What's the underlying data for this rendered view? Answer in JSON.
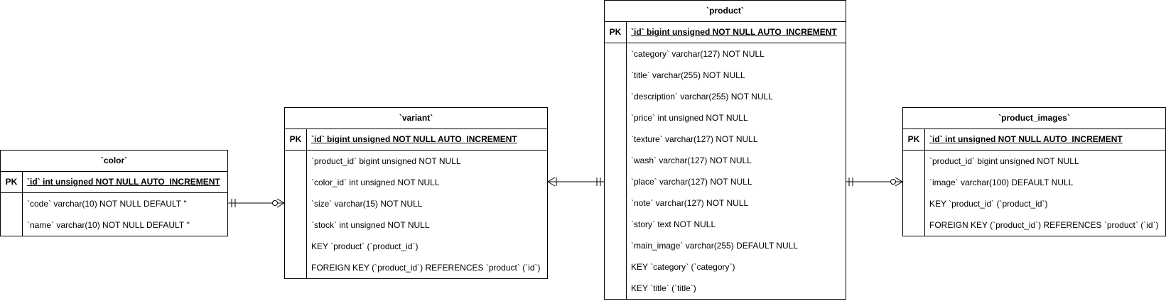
{
  "tables": {
    "color": {
      "name": "`color`",
      "pk_label": "PK",
      "pk": "`id` int unsigned NOT NULL AUTO_INCREMENT",
      "fields": [
        "`code` varchar(10) NOT NULL DEFAULT ''",
        "`name` varchar(10) NOT NULL DEFAULT ''"
      ]
    },
    "variant": {
      "name": "`variant`",
      "pk_label": "PK",
      "pk": "`id` bigint unsigned NOT NULL AUTO_INCREMENT",
      "fields": [
        "`product_id` bigint unsigned NOT NULL",
        "`color_id` int unsigned NOT NULL",
        "`size` varchar(15) NOT NULL",
        "`stock` int unsigned NOT NULL",
        "KEY `product` (`product_id`)",
        "FOREIGN KEY (`product_id`) REFERENCES `product` (`id`)"
      ]
    },
    "product": {
      "name": "`product`",
      "pk_label": "PK",
      "pk": "`id` bigint unsigned NOT NULL AUTO_INCREMENT",
      "fields": [
        "`category` varchar(127) NOT NULL",
        "`title` varchar(255) NOT NULL",
        "`description` varchar(255) NOT NULL",
        "`price` int unsigned NOT NULL",
        "`texture` varchar(127) NOT NULL",
        "`wash` varchar(127) NOT NULL",
        "`place` varchar(127) NOT NULL",
        "`note` varchar(127) NOT NULL",
        "`story` text NOT NULL",
        "`main_image` varchar(255) DEFAULT NULL",
        "KEY `category` (`category`)",
        "KEY `title` (`title`)"
      ]
    },
    "product_images": {
      "name": "`product_images`",
      "pk_label": "PK",
      "pk": "`id` int unsigned NOT NULL AUTO_INCREMENT",
      "fields": [
        "`product_id` bigint unsigned NOT NULL",
        "`image` varchar(100) DEFAULT NULL",
        "KEY `product_id` (`product_id`)",
        "FOREIGN KEY (`product_id`) REFERENCES `product` (`id`)"
      ]
    }
  },
  "relationships": [
    {
      "from": "color",
      "to": "variant",
      "from_cardinality": "one-and-only-one",
      "to_cardinality": "zero-or-many"
    },
    {
      "from": "variant",
      "to": "product",
      "from_cardinality": "one-or-many",
      "to_cardinality": "one-and-only-one"
    },
    {
      "from": "product",
      "to": "product_images",
      "from_cardinality": "one-and-only-one",
      "to_cardinality": "zero-or-many"
    }
  ]
}
